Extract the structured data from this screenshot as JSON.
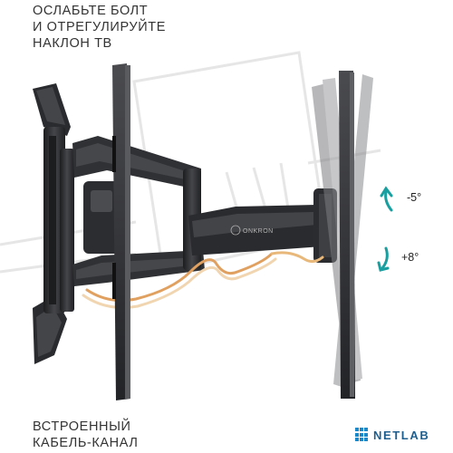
{
  "captions": {
    "top_lines": [
      "Ослабьте болт",
      "и отрегулируйте",
      "наклон ТВ"
    ],
    "bottom_lines": [
      "Встроенный",
      "кабель-канал"
    ]
  },
  "tilt": {
    "up_label": "-5°",
    "down_label": "+8°",
    "up_degrees": -5,
    "down_degrees": 8
  },
  "brand": {
    "arm_label": "ONKRON",
    "watermark": "NETLAB"
  },
  "colors": {
    "metal_dark": "#2b2c2f",
    "metal_mid": "#3d3e42",
    "cable_orange": "#e0a060",
    "cable_cream": "#f0d5b0",
    "arrow_teal": "#1a9fa0",
    "watermark_grey": "#e6e6e6"
  }
}
